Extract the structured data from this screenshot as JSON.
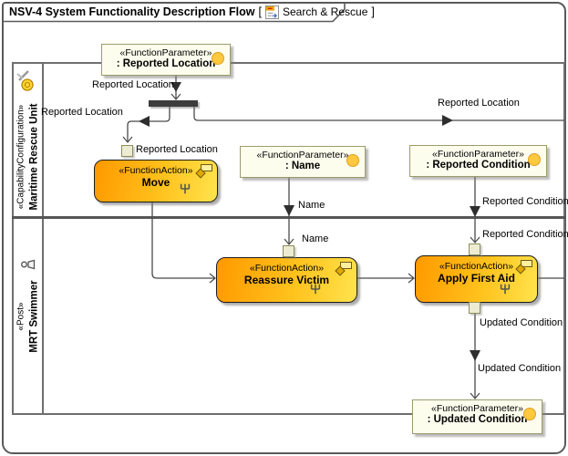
{
  "frame": {
    "title": "NSV-4 System Functionality Description Flow",
    "open_bracket": "[",
    "name": "Search & Rescue",
    "close_bracket": "]",
    "tab_icon": "nsv-diagram-icon"
  },
  "partitions": [
    {
      "stereotype": "«CapabilityConfiguration»",
      "name": "Maritime Rescue Unit",
      "icon": "capability-configuration-icon"
    },
    {
      "stereotype": "«Post»",
      "name": "MRT Swimmer",
      "icon": "person-icon"
    }
  ],
  "parameters": [
    {
      "stereotype": "«FunctionParameter»",
      "name": ": Reported Location"
    },
    {
      "stereotype": "«FunctionParameter»",
      "name": ": Name"
    },
    {
      "stereotype": "«FunctionParameter»",
      "name": ": Reported Condition"
    },
    {
      "stereotype": "«FunctionParameter»",
      "name": ": Updated Condition"
    }
  ],
  "actions": [
    {
      "stereotype": "«FunctionAction»",
      "name": "Move"
    },
    {
      "stereotype": "«FunctionAction»",
      "name": "Reassure Victim"
    },
    {
      "stereotype": "«FunctionAction»",
      "name": "Apply First Aid"
    }
  ],
  "labels": [
    {
      "text": "Reported Location"
    },
    {
      "text": "Reported Location"
    },
    {
      "text": "Reported Location"
    },
    {
      "text": "Reported Location"
    },
    {
      "text": "Name"
    },
    {
      "text": "Name"
    },
    {
      "text": "Reported Condition"
    },
    {
      "text": "Reported Condition"
    },
    {
      "text": "Updated Condition"
    },
    {
      "text": "Updated Condition"
    }
  ],
  "colors": {
    "action_grad_1": "#ff9900",
    "action_grad_2": "#ffe34d",
    "param_fill": "#fdfdee",
    "param_border": "#9c9c6e",
    "pin_fill": "#edecd2",
    "pin_border": "#8c8c5e",
    "line": "#4a4a4a",
    "circle_fill": "#ffc93e",
    "circle_border": "#df9f22",
    "fork": "#3c3c3c",
    "frame_border": "#5a5a5a",
    "lane_border": "#6f6f6f"
  }
}
